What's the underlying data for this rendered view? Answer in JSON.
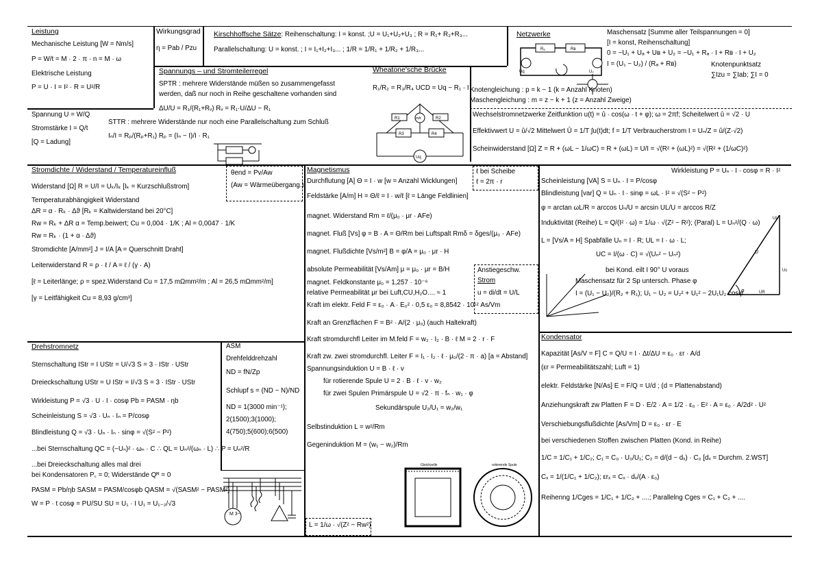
{
  "leistung": {
    "title": "Leistung",
    "lines": [
      "Mechanische Leistung [W = Nm/s]",
      "P = W/t = M · 2 · π · n = M · ω",
      "Elektrische Leistung",
      "P = U · I = I² · R = U²/R"
    ]
  },
  "wirkungsgrad": {
    "title": "Wirkungsgrad",
    "lines": [
      "η = Pab / Pzu"
    ]
  },
  "kirchhoff": {
    "title": "Kirschhoffsche Sätze",
    "lines": [
      ": Reihenschaltung: I = konst. ;U = U₁+U₂+U₃  ; R = R₁+ R₂+R₃...",
      "Parallelschaltung: U = konst. ; I = I₁+I₂+I₃... ;  1/R = 1/R₁ + 1/R₂ + 1/R₃..."
    ]
  },
  "netzwerke": {
    "title": "Netzwerke",
    "circuit_labels": [
      "Rₐ",
      "Rв",
      "Uq",
      "U₂"
    ],
    "lines": [
      "Maschensatz [Summe aller Teilspannungen = 0]",
      "[I = konst, Reihenschaltung]",
      "0 = −U₁ + Uₐ + Uв + U₂ = −U₁ + Rₐ · I + Rв · I + U₂",
      "I = (U₁ − U₂) / (Rₐ + Rв)",
      "Knotenpunktsatz",
      "∑Izu = ∑Iab;  ∑I = 0",
      "Knotengleichung : p = k − 1 (k = Anzahl Knoten)",
      "Maschengleichung : m = z − k + 1 (z = Anzahl Zweige)"
    ]
  },
  "spannungsteiler": {
    "title": "Spannungs – und Stromteilerregel",
    "lines": [
      "SPTR : mehrere Widerstände müßen so zusammengefasst",
      "werden, daß nur noch in Reihe geschaltene vorhanden sind",
      "ΔU/U = R₁/(R₁+Rᵥ)    Rᵥ = R₁·U/ΔU − R₁",
      "STTR : mehrere Widerstände nur noch eine Parallelschaltung zum Schluß",
      "Iₙ/I = Rₚ/(Rₚ+R₁)    Rₚ = (Iₙ − I)/I · R₁"
    ]
  },
  "wheatstone": {
    "title": "Wheatone'sche Brücke",
    "lines": [
      "R₁/R₂ = R₃/R₄     UCD = Uq − R₁ · I"
    ],
    "labels": [
      "R1",
      "R2",
      "mA",
      "R3",
      "R4",
      "Uq"
    ]
  },
  "wechselstrom": {
    "lines": [
      "Wechselstromnetzwerke Zeitfunktion u(t) = û · cos(ω · t + φ); ω = 2πf; Scheitelwert û = √2 · U",
      "Effektivwert U = û/√2     Mittelwert Ū = 1/T ∫u(t)dt;   f = 1/T     Verbraucherstrom I = Uₙ/Z = û/(Z·√2)",
      "Scheinwiderstand [Ω] Z = R + (ωL − 1/ωC) = R + (ωL) = U/I = √(R² + (ωL)²) = √(R² + (1/ωC)²)",
      "Wirkleistung P = Uₙ · I · cosφ = R · I²",
      "Scheinleistung [VA] S = Uₙ · I = P/cosφ",
      "Blindleistung [var] Q = Uₙ · I · sinφ = ωL · I² = √(S² − P²)",
      "φ = arctan ωL/R = arccos Uₙ/U = arcsin UL/U = arccos R/Z",
      "Induktivität (Reihe) L = Q/(I² · ω) = 1/ω · √(Z² − R²); (Paral) L = Uₙ²/(Q · ω)",
      "L = [Vs/A = H]   Spabfälle Uₙ = I · R; UL = I · ω · L;",
      "UC = I/(ω · C) = √(Uₙ² − Uₙ²)",
      "bei Kond. eilt I 90° U voraus",
      "Maschensatz für 2 Sp untersch. Phase φ",
      "I = (U₁ − U₂)/(R₂ + R₁); U₁ − U₂ = U₂² + U₁² − 2U₁U₂ cosφ"
    ],
    "vector_labels": [
      "U",
      "UL",
      "UR",
      "Uc",
      "φ"
    ]
  },
  "stromdichte": {
    "title": "Stromdichte / Widerstand / Temperatureinfluß",
    "lines": [
      "Widerstand [Ω] R = U/I = Uₖ/Iₖ [Iₖ = Kurzschlußstrom]",
      "Temperaturabhängigkeit Widerstand",
      "ΔR = α · Rₖ · Δϑ      [Rₖ = Kaltwiderstand bei 20°C]",
      "Rw = Rₖ + ΔR          α = Temp.beiwert; Cu = 0,004 · 1/K ; Al = 0,0047 · 1/K",
      "Rw = Rₖ · (1 + α · Δϑ)",
      "Stromdichte [A/mm²]  J = I/A  [A = Querschnitt Draht]",
      "Leiterwiderstand R = ρ · ℓ / A = ℓ / (γ · A)",
      "[ℓ = Leiterlänge; ρ = spez.Widerstand Cu = 17,5 mΩmm²/m ; Al = 26,5 mΩmm²/m]",
      "[γ = Leitfähigkeit Cu = 8,93 g/cm³]"
    ],
    "box_lines": [
      "θend = Pv/Aw",
      "(Aw = Wärmeübergang.)"
    ]
  },
  "magnetismus": {
    "title": "Magnetismus",
    "lines": [
      "Durchflutung [A] Θ = I · w   [w = Anzahl Wicklungen]",
      "Feldstärke [A/m] H = Θ/ℓ = I · w/ℓ    [ℓ = Länge Feldlinien]",
      "magnet. Widerstand Rm = ℓ/(μ₀ · μr · AFe)",
      "magnet. Fluß [Vs] φ = B · A = Θ/Rm  bei Luftspalt Rmδ = δges/(μ₀ · AFe)",
      "magnet. Flußdichte [Vs/m²] B = φ/A = μ₀ · μr · H",
      "absolute Permeabilität [Vs/Am] μ = μ₀ · μr = B/H",
      "magnet. Feldkonstante μ₀ = 1,257 · 10⁻⁶",
      "relative Permeabilität μr bei Luft,CU,H₂O.... ≈ 1",
      "Kraft im elektr. Feld F = ε₀ · A · E₀² · 0,5   ε₀ = 8,8542 · 10¹² As/Vm",
      "Kraft an Grenzflächen F = B² · A/(2 · μ₀) (auch Haltekraft)",
      "Kraft stromdurchfl Leiter im M.feld  F = w₂ · I₂ · B · ℓ   M = 2 · r · F",
      "Kraft zw. zwei stromdurchfl. Leiter F = I₁ · I₂ · ℓ · μ₀/(2 · π · a) [a = Abstand]",
      "Spannungsinduktion   U = B · ℓ · v",
      "für rotierende Spule U = 2 · B · ℓ · v · w₂",
      "für zwei Spulen   Primärspule U = √2 · π · fₙ · w₁ · φ",
      "Sekundärspule U₂/U₁ = w₂/w₁",
      "Selbstinduktion   L = w²/Rm",
      "Gegeninduktion   M = (w₁ − w₂)/Rm",
      "L = 1/ω · √(Z² − Rw²)"
    ],
    "scheibe": [
      "ℓ bei Scheibe",
      "ℓ = 2π · r"
    ],
    "anstieg": [
      "Anstiegeschw.",
      "Strom",
      "u = di/dt = U/L"
    ],
    "coil_labels": [
      "Gleichzelle",
      "rotierende Spule"
    ]
  },
  "drehstrom": {
    "title": "Drehstromnetz",
    "lines": [
      "Sternschaltung IStr = I   UStr = U/√3    S = 3 · IStr · UStr",
      "Dreieckschaltung UStr = U   IStr = I/√3    S = 3 · IStr · UStr",
      "Wirkleistung P = √3 · U · I · cosφ   Pb = PASM · ηb",
      "Scheinleistung S = √3 · Uₙ · Iₙ = P/cosφ",
      "Blindleistung Q = √3 · Uₙ · Iₙ · sinφ = √(S² − P²)",
      "...bei Sternschaltung QC = (−Uₙ)² · ωₙ · C ∴ QL = Uₙ²/(ωₙ · L) ∴ P = Uₙ²/R",
      "...bei Dreieckschaltung alles mal drei",
      "bei Kondensatoren P꜀ = 0;  Widerstände Qᴿ = 0",
      "PASM = Pb/ηb   SASM = PASM/cosφb   QASM = √(SASM² − PASM²)",
      "W = P · t   cosφ = PU/SU   SU = U₁ · I   U₁ = U₁₋₂/√3"
    ]
  },
  "asm": {
    "title": "ASM",
    "lines": [
      "Drehfelddrehzahl",
      "ND = fN/Zp",
      "Schlupf s = (ND − N)/ND",
      "ND = 1(3000 min⁻¹);",
      "2(1500);3(1000);",
      "4(750);5(600);6(500)"
    ],
    "motor_label": "M 3~"
  },
  "kondensator": {
    "title": "Kondensator",
    "lines": [
      "Kapazität [As/V = F] C = Q/U = I · Δt/ΔU = ε₀ · εr · A/d",
      "(εr = Permeabilitätszahl; Luft = 1)",
      "elektr. Feldstärke [N/As] E = F/Q = U/d ; (d = Plattenabstand)",
      "Anziehungskraft zw Platten F = D · E/2 · A = 1/2 · ε₀ · E² · A = ε₀ · A/2d² · U²",
      "Verschiebungsflußdichte [As/Vm] D = ε₀ · εr · E",
      "bei verschiedenen Stoffen zwischen Platten (Kond. in Reihe)",
      "1/C = 1/C₁ + 1/C₂;   C₁ = C₀ · U₀/U₁;   C₂ = d/(d − dₓ) · C₀ [dₓ = Durchm. 2.WST]",
      "Cₓ = 1/(1/C₁ + 1/C₂);   εrₓ = Cₓ · dₓ/(A · ε₀)",
      "Reihenng  1/Cges = 1/C₁ + 1/C₂ + ....; Parallelng  Cges = C₁ + C₂ + ...."
    ]
  }
}
